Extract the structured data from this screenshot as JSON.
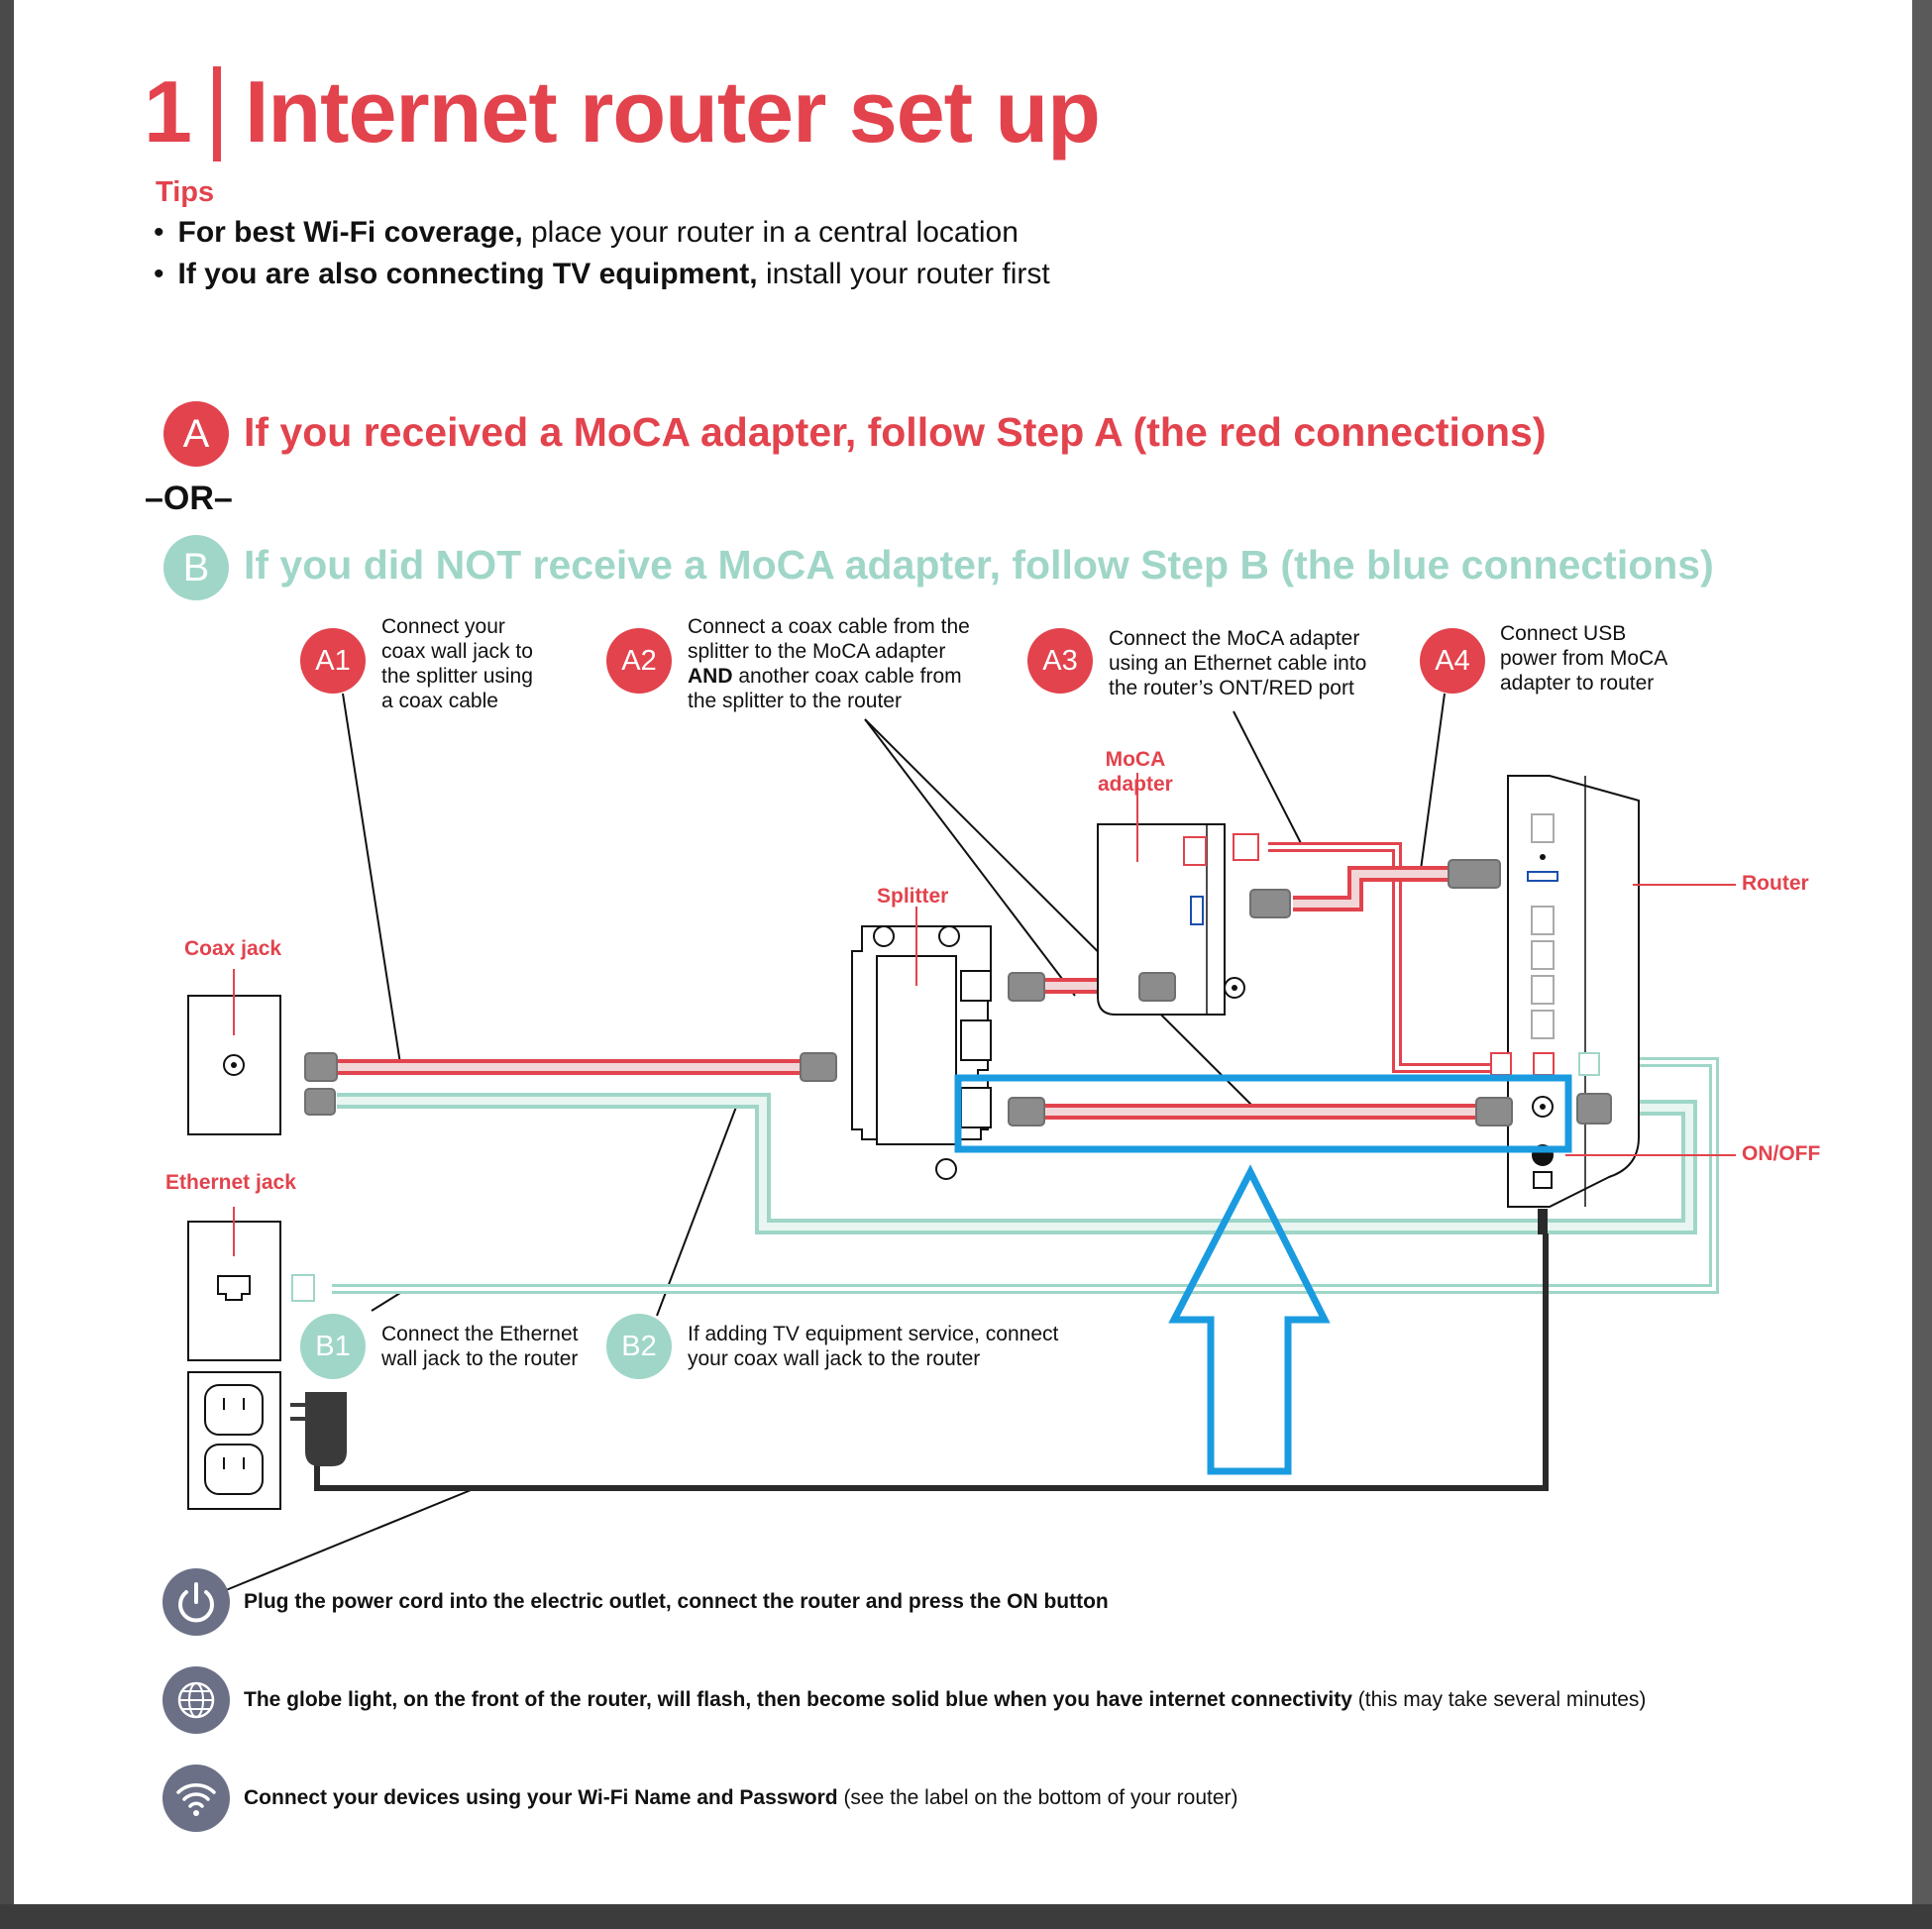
{
  "title": {
    "number": "1",
    "text": "Internet router set up"
  },
  "tips": {
    "heading": "Tips",
    "items": [
      {
        "bold": "For best Wi-Fi coverage,",
        "rest": " place your router in a central location"
      },
      {
        "bold": "If you are also connecting TV equipment,",
        "rest": " install your router first"
      }
    ]
  },
  "step_a": {
    "badge": "A",
    "text": "If you received a MoCA adapter, follow Step A (the red connections)"
  },
  "or_text": "–OR–",
  "step_b": {
    "badge": "B",
    "text": "If you did NOT receive a MoCA adapter, follow Step B (the blue connections)"
  },
  "callouts": {
    "a1": {
      "badge": "A1",
      "text": "Connect your\ncoax wall jack to\nthe splitter using\na coax cable"
    },
    "a2": {
      "badge": "A2",
      "line1": "Connect a coax cable from the",
      "line2": "splitter to the MoCA adapter",
      "bold": "AND",
      "line3": " another coax cable from",
      "line4": "the splitter to the router"
    },
    "a3": {
      "badge": "A3",
      "text": "Connect the MoCA adapter\nusing an Ethernet cable into\nthe router’s ONT/RED port"
    },
    "a4": {
      "badge": "A4",
      "text": "Connect USB\npower from MoCA\nadapter to router"
    },
    "b1": {
      "badge": "B1",
      "text": "Connect the Ethernet\nwall jack to the router"
    },
    "b2": {
      "badge": "B2",
      "text": "If adding TV equipment service, connect\nyour coax wall jack to the router"
    }
  },
  "labels": {
    "moca_adapter": "MoCA\nadapter",
    "splitter": "Splitter",
    "coax_jack": "Coax jack",
    "ethernet_jack": "Ethernet jack",
    "router": "Router",
    "on_off": "ON/OFF"
  },
  "footer": [
    {
      "icon": "power-icon",
      "bold": "Plug the power cord into the electric outlet, connect the router and press the ON button",
      "rest": ""
    },
    {
      "icon": "globe-icon",
      "bold": "The globe light, on the front of the router, will flash, then become solid blue when you have internet connectivity",
      "rest": " (this may take several minutes)"
    },
    {
      "icon": "wifi-icon",
      "bold": "Connect your devices using your Wi-Fi Name and Password",
      "rest": " (see the label on the bottom of your router)"
    }
  ],
  "colors": {
    "red": "#e2434d",
    "teal": "#9fd6c8",
    "highlight_blue": "#1a9be0",
    "footer_icon_bg": "#6b7087",
    "gray_connector": "#8c8c8c"
  }
}
